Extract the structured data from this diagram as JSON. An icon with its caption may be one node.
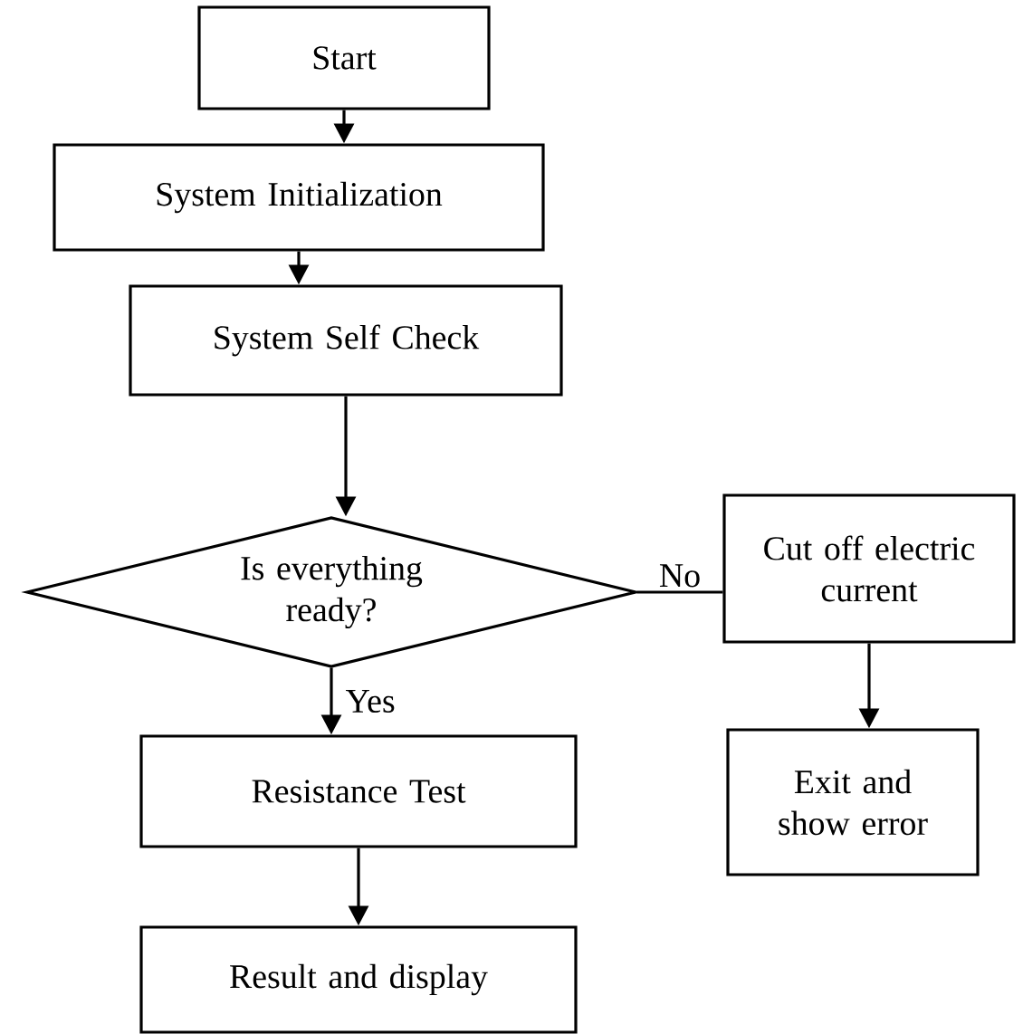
{
  "diagram": {
    "nodes": [
      {
        "text": [
          "Start"
        ]
      },
      {
        "text": [
          "System Initialization"
        ]
      },
      {
        "text": [
          "System Self Check"
        ]
      },
      {
        "text": [
          "Is everything ready?"
        ]
      },
      {
        "text": [
          "Resistance Test"
        ]
      },
      {
        "text": [
          "Result and display"
        ]
      },
      {
        "text": [
          "Cut off electric current"
        ]
      },
      {
        "text": [
          "Exit and show error"
        ]
      }
    ],
    "edges": [
      {
        "from": 0,
        "to": 1,
        "arrow": "to"
      },
      {
        "from": 1,
        "to": 2,
        "arrow": "to"
      },
      {
        "from": 2,
        "to": 3,
        "arrow": "to"
      },
      {
        "from": 3,
        "to": 4,
        "arrow": "to",
        "label": "Yes"
      },
      {
        "from": 3,
        "to": 6,
        "arrow": "none",
        "label": "No"
      },
      {
        "from": 6,
        "to": 7,
        "arrow": "to"
      },
      {
        "from": 4,
        "to": 5,
        "arrow": "to"
      }
    ]
  }
}
